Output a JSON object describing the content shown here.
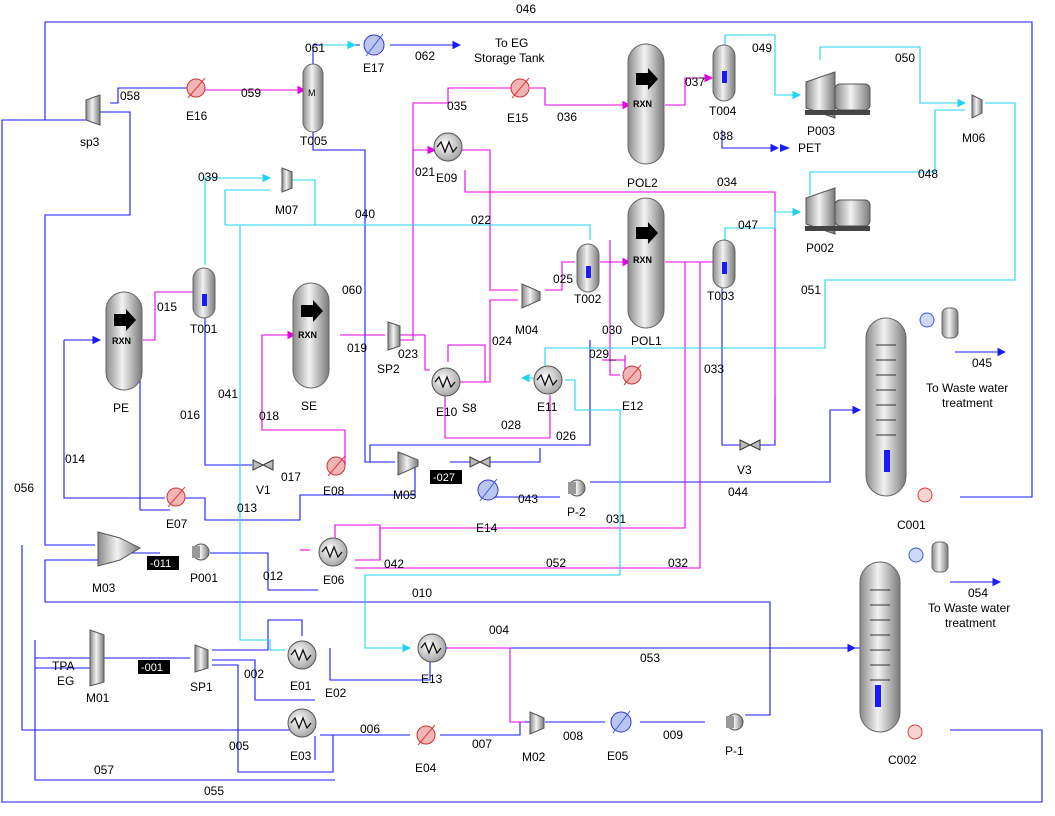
{
  "colors": {
    "material": "#1a1aff",
    "polymer": "#e600e6",
    "water": "#22d3ee",
    "equipment_fill": "#c9c9c9",
    "hot_icon": "#e33b3b",
    "cold_icon": "#3b5be3"
  },
  "stream_labels": [
    "046",
    "058",
    "059",
    "061",
    "062",
    "056",
    "035",
    "036",
    "037",
    "049",
    "050",
    "038",
    "039",
    "040",
    "021",
    "034",
    "048",
    "022",
    "047",
    "025",
    "015",
    "060",
    "019",
    "023",
    "024",
    "029_",
    "030",
    "016",
    "041",
    "018",
    "028",
    "026",
    "033",
    "014",
    "017",
    "044",
    "043",
    "013",
    "031",
    "051",
    "012",
    "042",
    "052",
    "032",
    "010",
    "004",
    "002",
    "E02",
    "006",
    "007",
    "008",
    "009",
    "053",
    "005",
    "057",
    "055",
    "027"
  ],
  "unit_labels": [
    "sp3",
    "E16",
    "T005",
    "E17",
    "E15",
    "POL2",
    "T004",
    "P003",
    "M06",
    "M07",
    "T001",
    "PE",
    "SE",
    "SP2",
    "E09",
    "T002",
    "M04",
    "POL1",
    "T003",
    "P002",
    "E10",
    "S8",
    "E11",
    "E12",
    "V1",
    "E08",
    "M05",
    "E14",
    "P-2",
    "V3",
    "C001",
    "E07",
    "M03",
    "P001",
    "E06",
    "M01",
    "SP1",
    "E01",
    "E13",
    "M02",
    "E05",
    "P-1",
    "C002",
    "E03",
    "E04"
  ],
  "text_labels": {
    "to_eg": "To EG",
    "storage_tank": "Storage Tank",
    "pet": "PET",
    "waste_1a": "To Waste water",
    "waste_1b": "treatment",
    "waste_2a": "To Waste water",
    "waste_2b": "treatment",
    "stream_045": "045",
    "stream_054": "054",
    "feed_tpa": "TPA",
    "feed_eg": "EG",
    "reactor_rxn": "RXN",
    "mixer_m": "M"
  },
  "black_tags": [
    "-011",
    "-001",
    "-027"
  ]
}
